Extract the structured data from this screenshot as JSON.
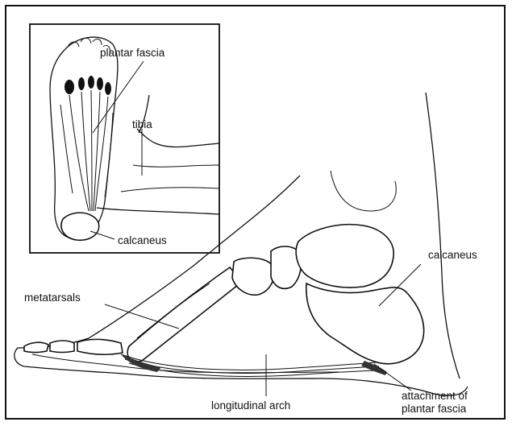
{
  "inset": {
    "labels": {
      "plantar_fascia": "plantar fascia",
      "tibia": "tibia",
      "calcaneus": "calcaneus"
    }
  },
  "main": {
    "labels": {
      "calcaneus": "calcaneus",
      "metatarsals": "metatarsals",
      "longitudinal_arch": "longitudinal arch",
      "attachment_line1": "attachment of",
      "attachment_line2": "plantar fascia"
    }
  }
}
